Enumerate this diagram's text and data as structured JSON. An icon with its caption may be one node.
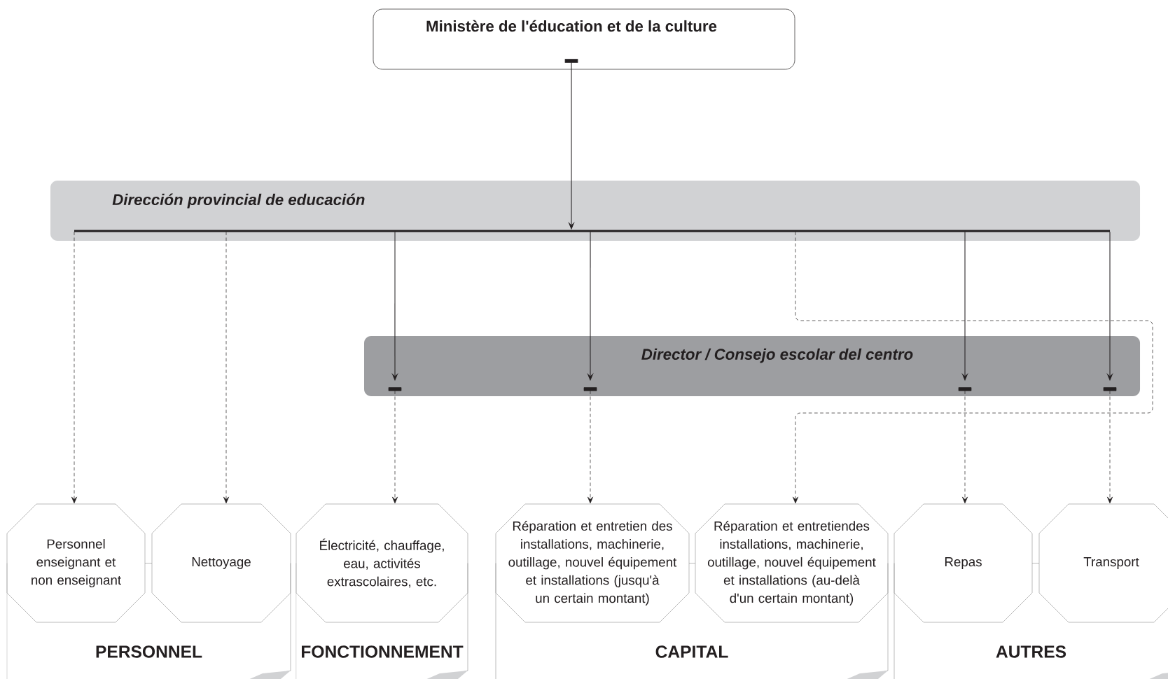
{
  "diagram": {
    "nodes": [
      {
        "text": [
          "Ministère de l'éducation et de la culture"
        ]
      },
      {
        "text": [
          "Dirección provincial de educación"
        ]
      },
      {
        "text": [
          "Director / Consejo escolar del centro"
        ]
      },
      {
        "text": [
          "Personnel enseignant et non enseignant"
        ]
      },
      {
        "text": [
          "Nettoyage"
        ]
      },
      {
        "text": [
          "Électricité, chauffage, eau, activités extrascolaires, etc."
        ]
      },
      {
        "text": [
          "Réparation et entretien des installations, machinerie, outillage, nouvel équipement et installations (jusqu'à un certain montant)"
        ]
      },
      {
        "text": [
          "Réparation et entretiendes installations, machinerie, outillage, nouvel équipement et installations (au-delà d'un certain montant)"
        ]
      },
      {
        "text": [
          "Repas"
        ]
      },
      {
        "text": [
          "Transport"
        ]
      },
      {
        "text": [
          "PERSONNEL"
        ]
      },
      {
        "text": [
          "FONCTIONNEMENT"
        ]
      },
      {
        "text": [
          "CAPITAL"
        ]
      },
      {
        "text": [
          "AUTRES"
        ]
      }
    ],
    "edges": [
      {
        "from": 0,
        "to": 1,
        "arrow": "to"
      },
      {
        "from": 1,
        "to": 3,
        "arrow": "to",
        "style": "dashed"
      },
      {
        "from": 1,
        "to": 4,
        "arrow": "to",
        "style": "dashed"
      },
      {
        "from": 1,
        "to": 7,
        "arrow": "to",
        "style": "dashed"
      },
      {
        "from": 1,
        "to": 2,
        "arrow": "to"
      },
      {
        "from": 1,
        "to": 2,
        "arrow": "to"
      },
      {
        "from": 1,
        "to": 2,
        "arrow": "to"
      },
      {
        "from": 1,
        "to": 2,
        "arrow": "to"
      },
      {
        "from": 2,
        "to": 5,
        "arrow": "to",
        "style": "dashed"
      },
      {
        "from": 2,
        "to": 6,
        "arrow": "to",
        "style": "dashed"
      },
      {
        "from": 2,
        "to": 8,
        "arrow": "to",
        "style": "dashed"
      },
      {
        "from": 2,
        "to": 9,
        "arrow": "to",
        "style": "dashed"
      }
    ]
  }
}
